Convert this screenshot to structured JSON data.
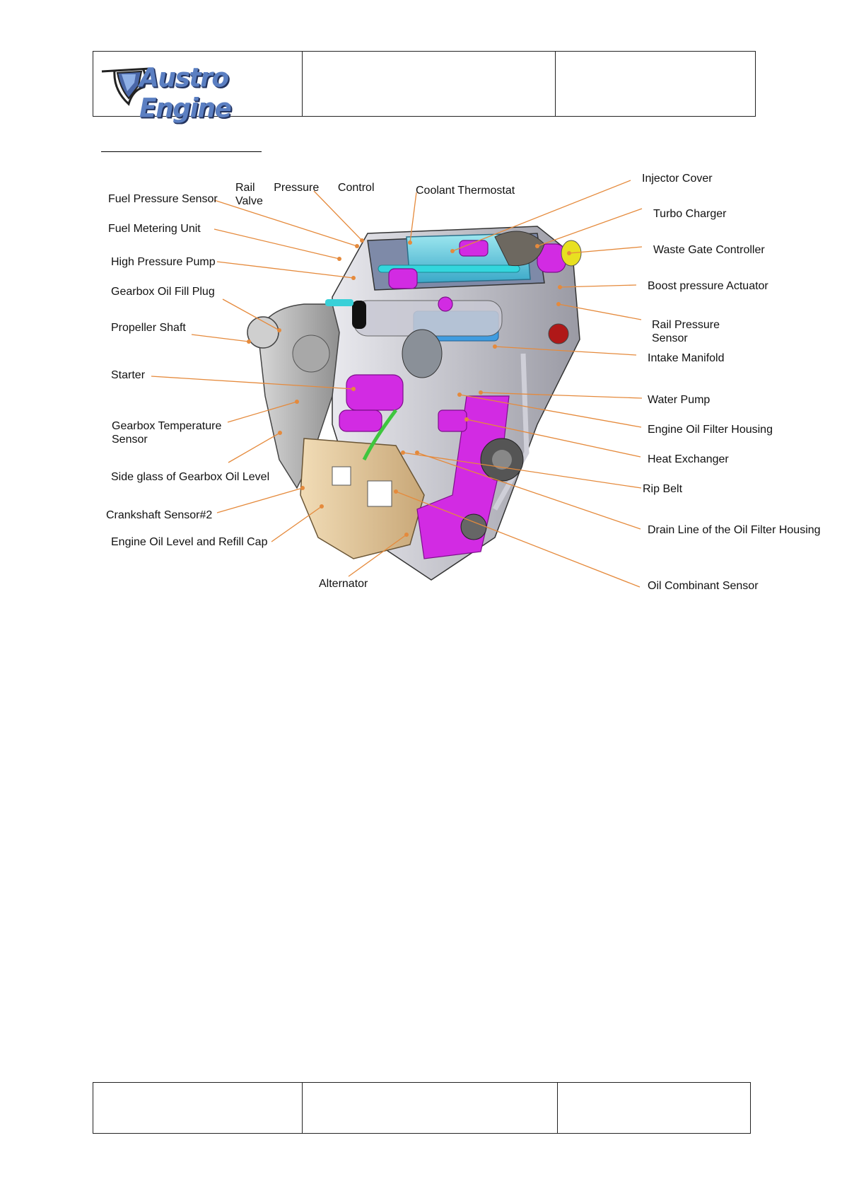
{
  "header": {
    "logo_text": "Austro Engine",
    "cell2": "",
    "cell3": ""
  },
  "diagram": {
    "colors": {
      "leader_line": "#e58a3c",
      "magenta_part": "#d22be3",
      "cyan_part": "#44d9e6",
      "blue_part": "#4aa6e8",
      "gearbox_grey": "#b9b9b9",
      "oil_pan": "#e8cfa5",
      "green_hose": "#3ec63e"
    },
    "labels": {
      "rail_pressure_control_valve": "Rail      Pressure      Control\nValve",
      "fuel_pressure_sensor": "Fuel Pressure Sensor",
      "coolant_thermostat": "Coolant Thermostat",
      "injector_cover": "Injector Cover",
      "turbo_charger": "Turbo Charger",
      "fuel_metering_unit": "Fuel Metering Unit",
      "waste_gate_controller": "Waste Gate Controller",
      "high_pressure_pump": "High Pressure Pump",
      "boost_pressure_actuator": "Boost pressure Actuator",
      "gearbox_oil_fill_plug": "Gearbox Oil Fill Plug",
      "rail_pressure_sensor": "Rail Pressure\nSensor",
      "propeller_shaft": "Propeller Shaft",
      "intake_manifold": "Intake Manifold",
      "starter": "Starter",
      "water_pump": "Water Pump",
      "gearbox_temperature_sensor": "Gearbox Temperature\nSensor",
      "engine_oil_filter_housing": "Engine Oil Filter Housing",
      "heat_exchanger": "Heat Exchanger",
      "side_glass_gearbox_oil_level": "Side glass of Gearbox Oil Level",
      "rip_belt": "Rip Belt",
      "crankshaft_sensor_2": "Crankshaft Sensor#2",
      "drain_line_oil_filter_housing": "Drain Line of the Oil Filter Housing",
      "engine_oil_level_refill_cap": "Engine Oil Level and Refill Cap",
      "alternator": "Alternator",
      "oil_combinant_sensor": "Oil Combinant Sensor"
    }
  },
  "footer": {
    "cell1": "",
    "cell2": "",
    "cell3": ""
  }
}
